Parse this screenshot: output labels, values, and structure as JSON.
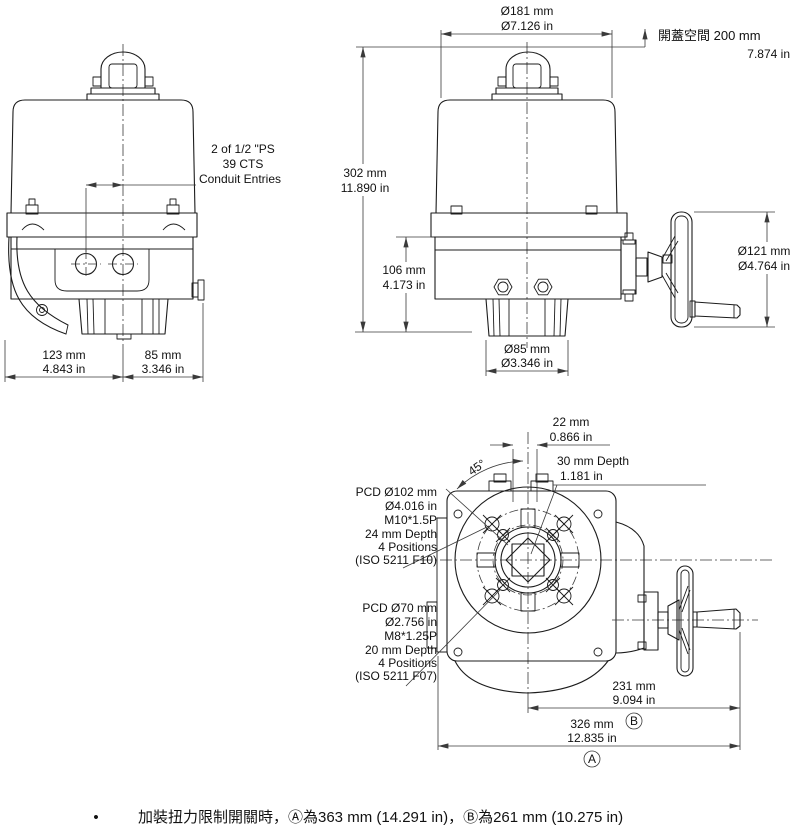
{
  "front": {
    "conduit": [
      "2 of 1/2 \"PS",
      "39 CTS",
      "Conduit Entries"
    ],
    "w_left": [
      "123 mm",
      "4.843 in"
    ],
    "w_right": [
      "85 mm",
      "3.346 in"
    ]
  },
  "side": {
    "dia_top": [
      "Ø181 mm",
      "Ø7.126 in"
    ],
    "clearance": [
      "開蓋空間 200 mm",
      "7.874 in"
    ],
    "h_total": [
      "302 mm",
      "11.890 in"
    ],
    "h_lower": [
      "106 mm",
      "4.173 in"
    ],
    "dia_wheel": [
      "Ø121 mm",
      "Ø4.764 in"
    ],
    "dia_base": [
      "Ø85 mm",
      "Ø3.346 in"
    ]
  },
  "bottom": {
    "offset22": [
      "22 mm",
      "0.866 in"
    ],
    "depth30": [
      "30 mm Depth",
      "1.181 in"
    ],
    "angle45": "45°",
    "f10": [
      "PCD Ø102 mm",
      "Ø4.016 in",
      "M10*1.5P",
      "24 mm Depth",
      "4 Positions",
      "(ISO 5211 F10)"
    ],
    "f07": [
      "PCD Ø70 mm",
      "Ø2.756 in",
      "M8*1.25P",
      "20 mm Depth",
      "4 Positions",
      "(ISO 5211 F07)"
    ],
    "dim_b": [
      "231 mm",
      "9.094 in"
    ],
    "dim_a": [
      "326 mm",
      "12.835 in"
    ],
    "label_a": "A",
    "label_b": "B"
  },
  "note": {
    "bullet": "•",
    "text": "加裝扭力限制開關時，Ⓐ為363 mm (14.291 in)，Ⓑ為261 mm (10.275 in)"
  }
}
